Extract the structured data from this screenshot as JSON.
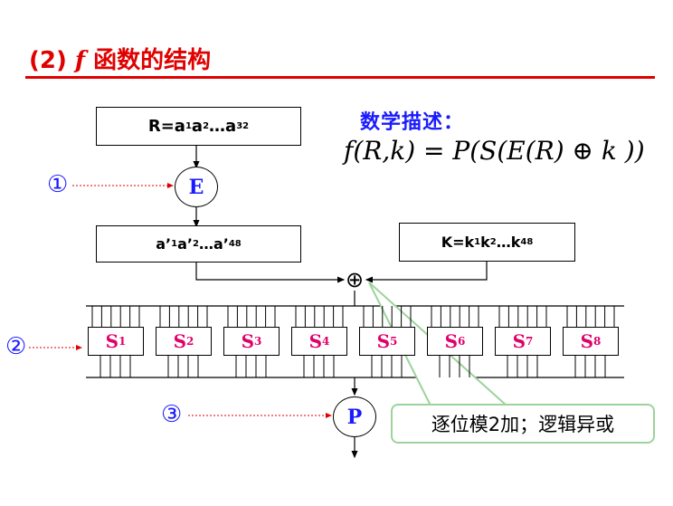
{
  "title": {
    "prefix": "(2)",
    "fn": "f",
    "text": "函数的结构"
  },
  "description_label": "数学描述：",
  "formula": "f(R,k) = P(S(E(R) ⊕ k ))",
  "input_box": {
    "base": "R=a",
    "s1": "1",
    "a2": " a",
    "s2": "2",
    "dots": " …a",
    "s3": "32"
  },
  "e_circle": "E",
  "expanded_box": {
    "t1": "a’",
    "s1": "1",
    "t2": " a’",
    "s2": "2",
    "t3": " …a’",
    "s3": "48"
  },
  "key_box": {
    "t1": "K=k",
    "s1": "1",
    "t2": " k",
    "s2": "2",
    "t3": " …k",
    "s3": "48"
  },
  "xor_symbol": "⊕",
  "sboxes": [
    {
      "base": "S",
      "sub": "1"
    },
    {
      "base": "S",
      "sub": "2"
    },
    {
      "base": "S",
      "sub": "3"
    },
    {
      "base": "S",
      "sub": "4"
    },
    {
      "base": "S",
      "sub": "5"
    },
    {
      "base": "S",
      "sub": "6"
    },
    {
      "base": "S",
      "sub": "7"
    },
    {
      "base": "S",
      "sub": "8"
    }
  ],
  "p_circle": "P",
  "step_markers": [
    "①",
    "②",
    "③"
  ],
  "callout": "逐位模2加；逻辑异或",
  "colors": {
    "title": "#e00000",
    "blue": "#1a1aff",
    "sbox_text": "#e0006a",
    "callout_border": "#9dd39b",
    "arrow_red": "#e00000"
  }
}
